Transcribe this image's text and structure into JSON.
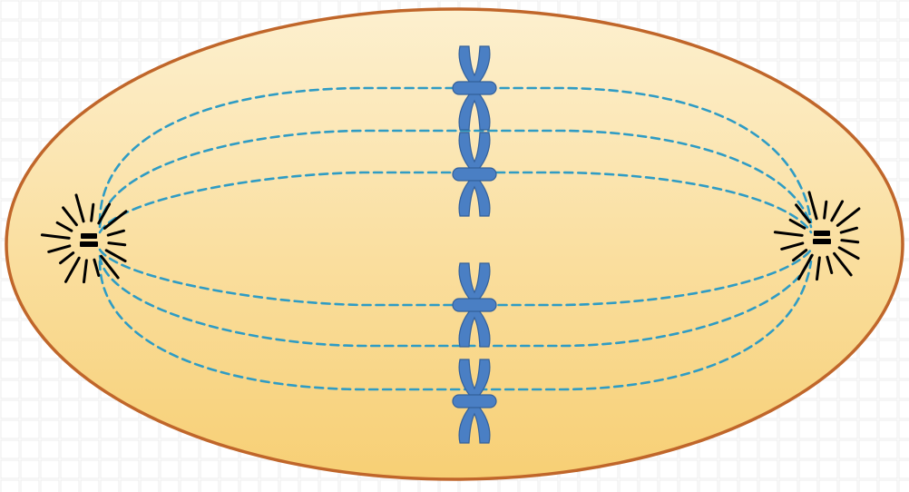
{
  "diagram": {
    "subject": "cell-in-metaphase",
    "chromosome_count": 4,
    "centrosome_count": 2,
    "spindle_fiber_count": 6,
    "colors": {
      "cytoplasm_top": "#fdf0cf",
      "cytoplasm_bottom": "#f7cf74",
      "membrane": "#c0662a",
      "spindle_fiber": "#2f9cc4",
      "chromosome": "#4a7fc4",
      "chromosome_outline": "#33609b",
      "centriole": "#000000",
      "aster_ray": "#000000",
      "background_grid": "#e6e6e6"
    },
    "icons": [
      "centrosome-icon",
      "chromosome-icon",
      "aster-ray-icon"
    ]
  }
}
